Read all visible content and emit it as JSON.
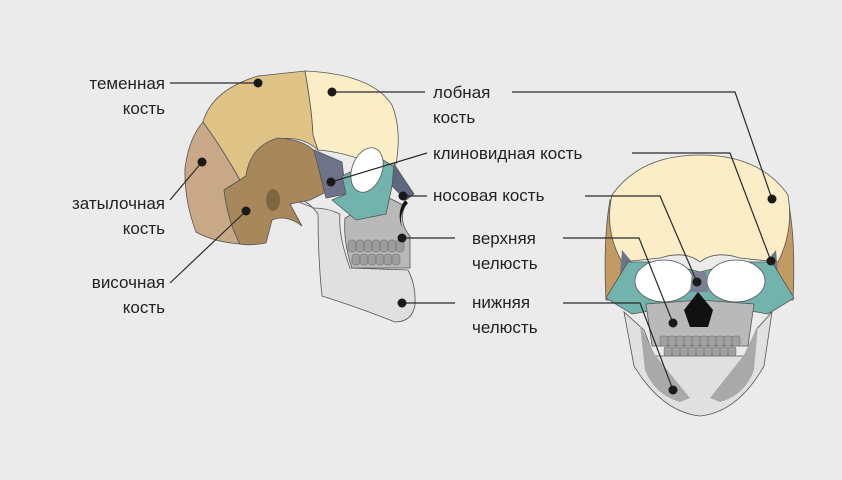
{
  "labels": {
    "parietal": [
      "теменная",
      "кость"
    ],
    "occipital": [
      "затылочная",
      "кость"
    ],
    "temporal": [
      "височная",
      "кость"
    ],
    "frontal": [
      "лобная",
      "кость"
    ],
    "sphenoid": "клиновидная кость",
    "nasal": "носовая кость",
    "maxilla": [
      "верхняя",
      "челюсть"
    ],
    "mandible": [
      "нижняя",
      "челюсть"
    ]
  },
  "colors": {
    "background": "#ebebeb",
    "parietal": "#dfc286",
    "frontal": "#fbeec6",
    "occipital": "#c9a888",
    "temporal": "#a8875a",
    "sphenoid": "#6e7389",
    "zygomatic": "#72b3ae",
    "nasal": "#5e6780",
    "maxilla": "#b9b9b9",
    "mandible": "#e0e0e0"
  }
}
